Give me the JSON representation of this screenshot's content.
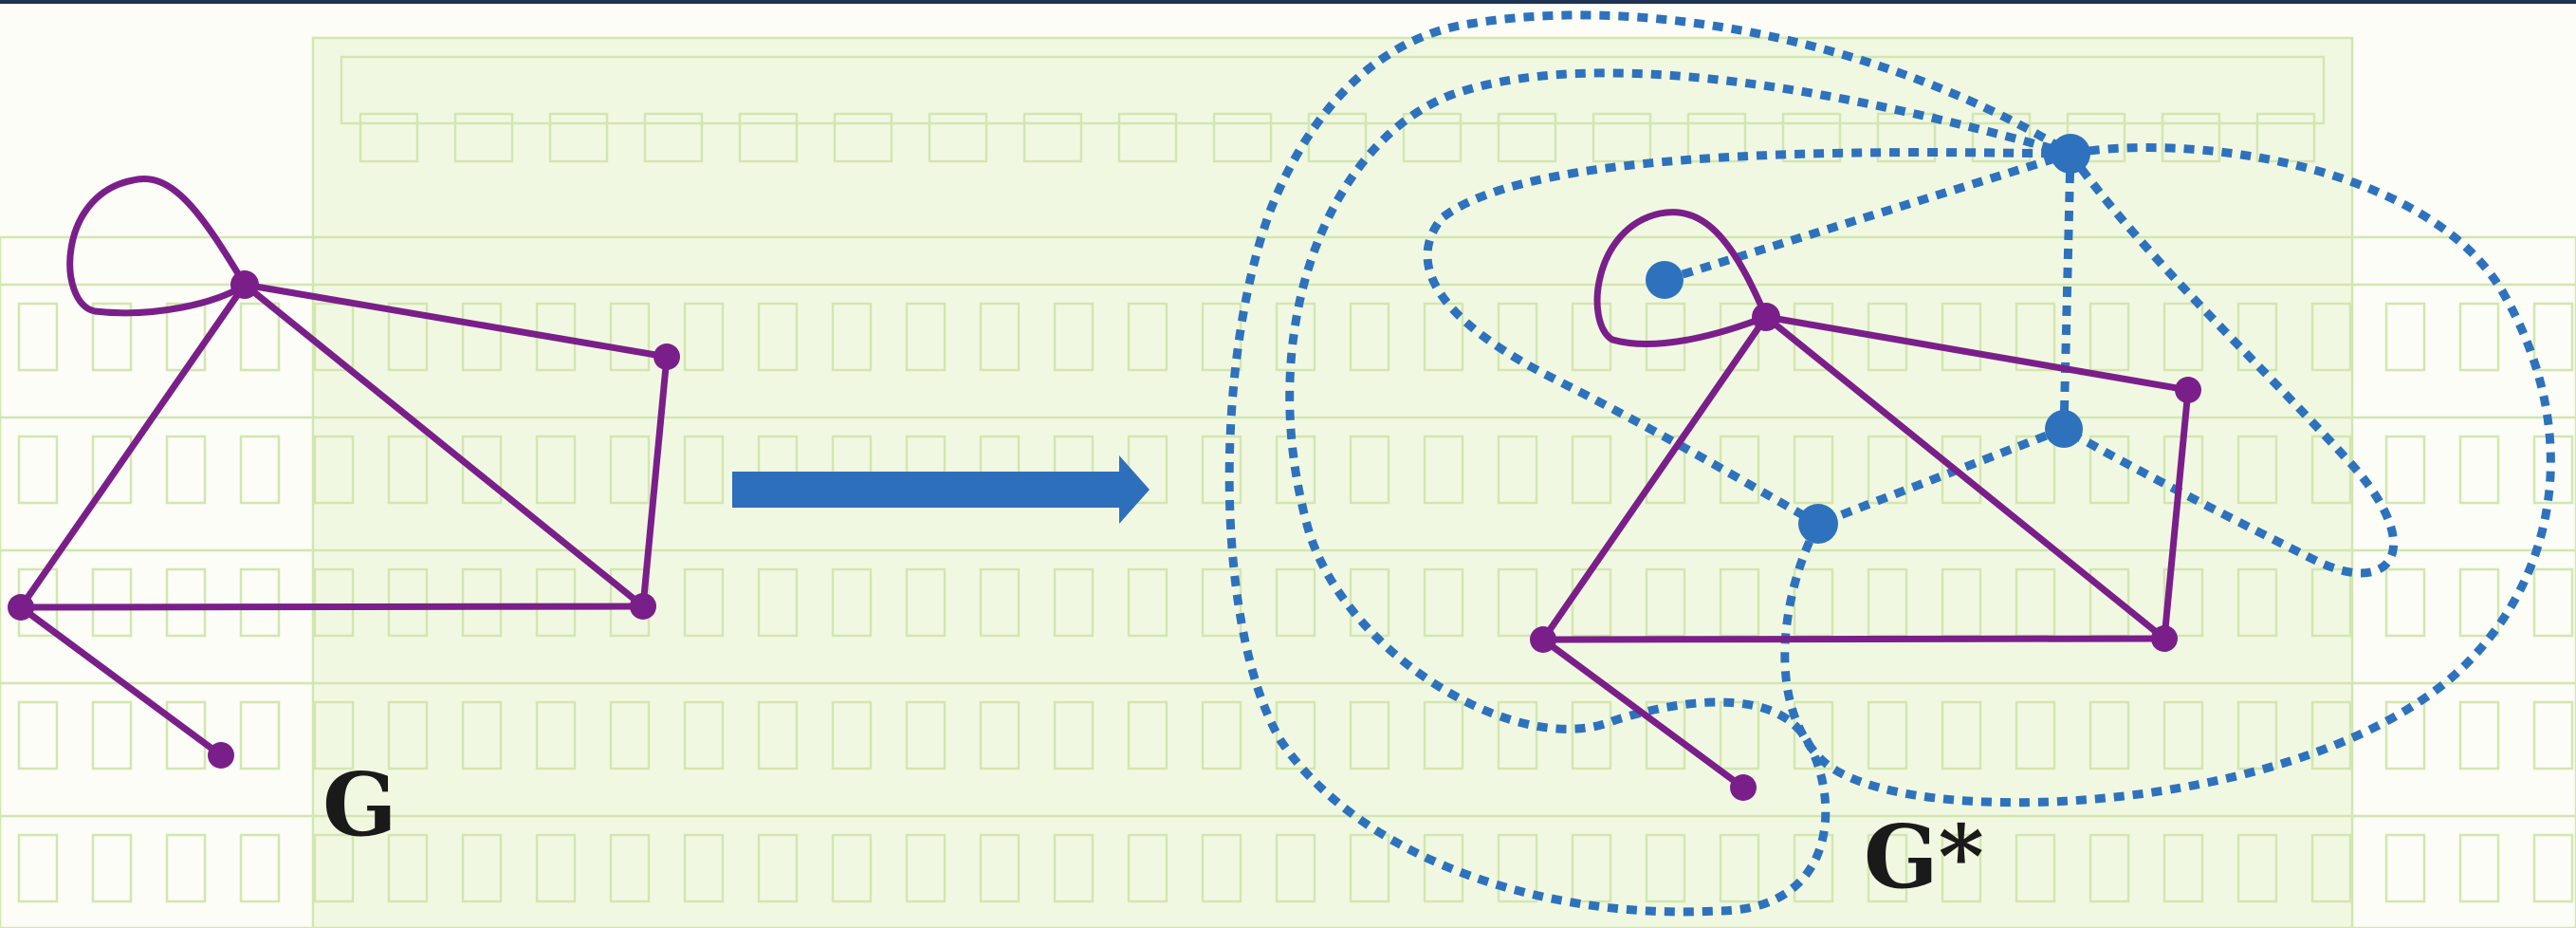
{
  "figure": {
    "left_graph_label": "G",
    "right_graph_label": "G*"
  },
  "colors": {
    "graph_edges": "#7a1f8a",
    "dual_edges": "#2e72be",
    "arrow": "#2e6fbb",
    "background_watermark": "#d3e6b0"
  },
  "icons": {
    "arrow": "right-arrow-icon",
    "watermark": "building-watermark"
  }
}
